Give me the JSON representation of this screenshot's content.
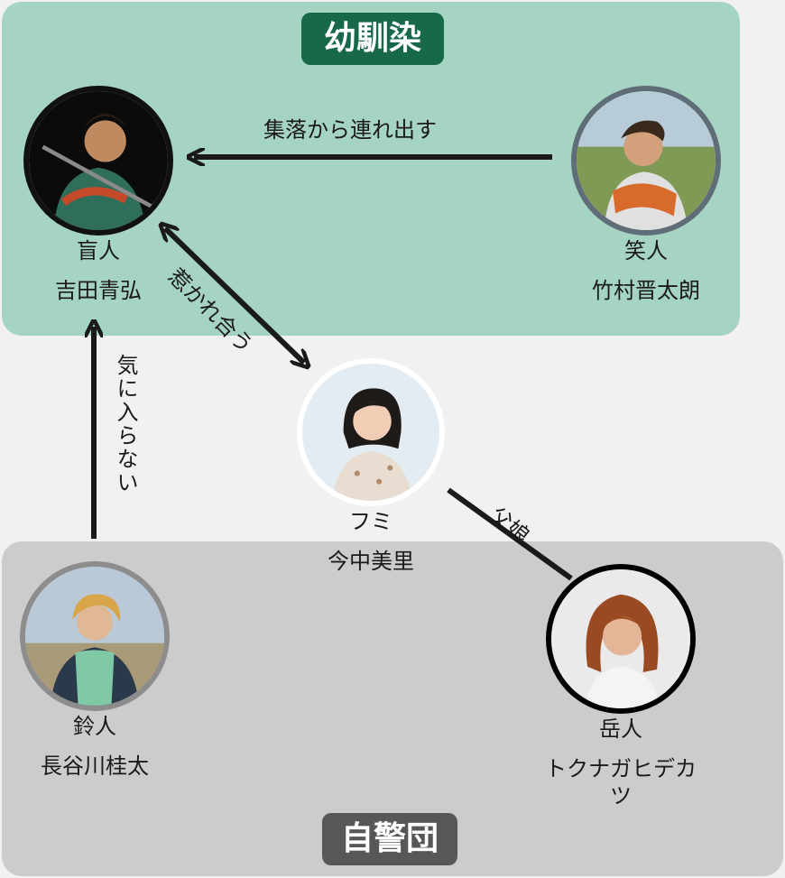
{
  "groups": {
    "top": {
      "title": "幼馴染",
      "color": "#a6d4c3",
      "title_bg": "#17694a"
    },
    "bottom": {
      "title": "自警団",
      "color": "#cccccc",
      "title_bg": "#575757"
    }
  },
  "characters": {
    "mojin": {
      "role": "盲人",
      "actor": "吉田青弘",
      "ring": "#111111"
    },
    "shojin": {
      "role": "笑人",
      "actor": "竹村晋太朗",
      "ring": "#5f6d78"
    },
    "fumi": {
      "role": "フミ",
      "actor": "今中美里",
      "ring": "#ffffff"
    },
    "suzuhito": {
      "role": "鈴人",
      "actor": "長谷川桂太",
      "ring": "#8d8d8d"
    },
    "gakujin": {
      "role": "岳人",
      "actor": "トクナガヒデカツ",
      "ring": "#000000"
    }
  },
  "relations": {
    "take_out": "集落から連れ出す",
    "attracted": "惹かれ合う",
    "dislike": "気に入らない",
    "father_daughter": "父娘"
  }
}
